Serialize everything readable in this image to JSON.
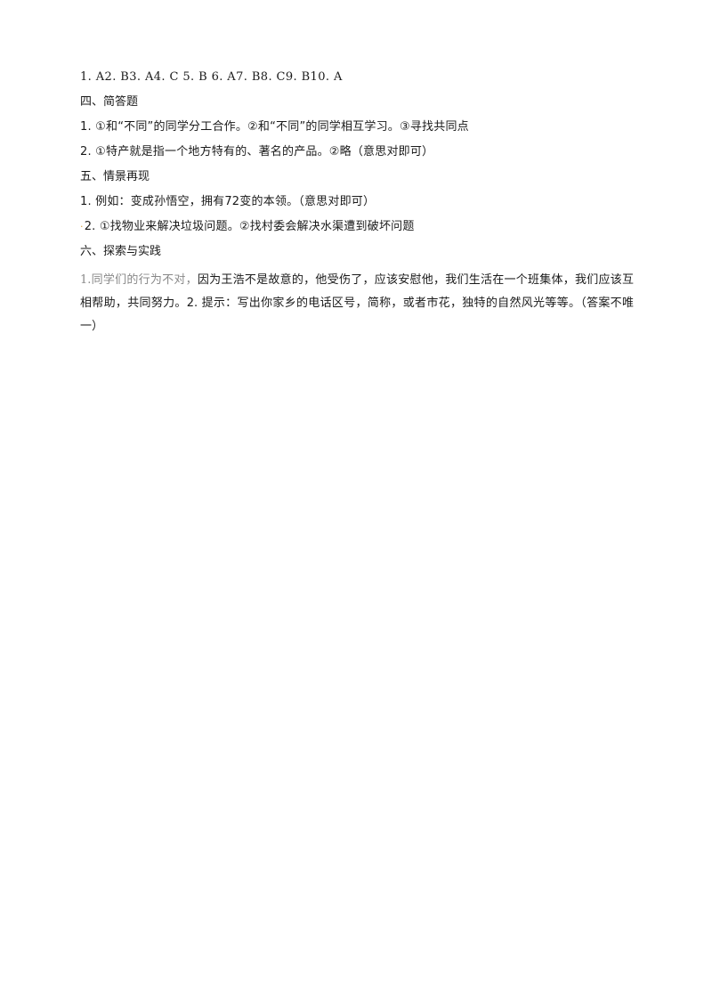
{
  "document": {
    "answers_line": "1. A2. B3. A4. C  5. B  6. A7. B8. C9. B10. A",
    "section4": {
      "heading": "四、简答题",
      "items": [
        "1. ①和“不同”的同学分工合作。②和“不同”的同学相互学习。③寻找共同点",
        "2. ①特产就是指一个地方特有的、著名的产品。②略（意思对即可）"
      ]
    },
    "section5": {
      "heading": "五、情景再现",
      "item1": "1. 例如：变成孙悟空，拥有72变的本领。（意思对即可）",
      "item2_mark": "·",
      "item2": "2. ①找物业来解决垃圾问题。②找村委会解决水渠遭到破坏问题"
    },
    "section6": {
      "heading": "六、探索与实践",
      "para_num": "1.",
      "para_prefix": "同学们的行为不对，",
      "para_body": "因为王浩不是故意的，他受伤了，应该安慰他，我们生活在一个班集体，我们应该互相帮助，共同努力。2. 提示：写出你家乡的电话区号，简称，或者市花，独特的自然风光等等。（答案不唯一）"
    }
  }
}
